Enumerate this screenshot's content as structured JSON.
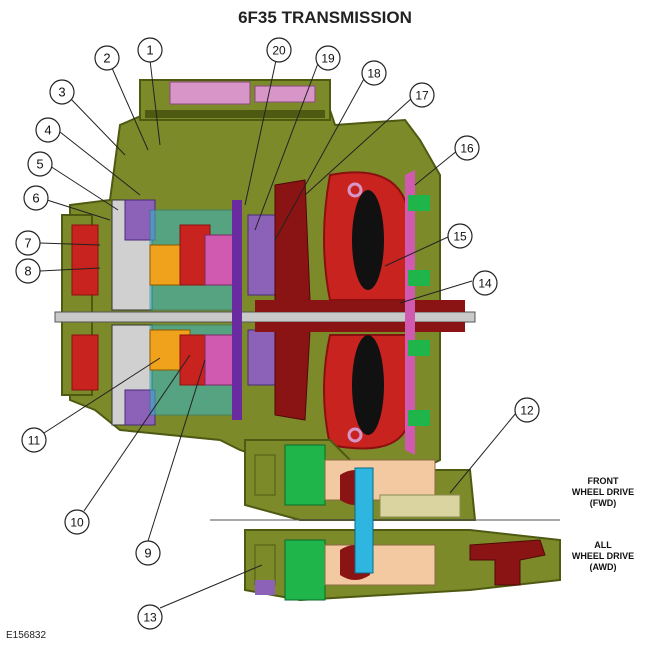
{
  "title": "6F35 TRANSMISSION",
  "figure_id": "E156832",
  "fwd_label": {
    "line1": "FRONT",
    "line2": "WHEEL DRIVE",
    "line3": "(FWD)"
  },
  "awd_label": {
    "line1": "ALL",
    "line2": "WHEEL DRIVE",
    "line3": "(AWD)"
  },
  "callouts": [
    "1",
    "2",
    "3",
    "4",
    "5",
    "6",
    "7",
    "8",
    "9",
    "10",
    "11",
    "12",
    "13",
    "14",
    "15",
    "16",
    "17",
    "18",
    "19",
    "20"
  ],
  "colors": {
    "housing": "#7d8a2a",
    "housing_dark": "#4e5a12",
    "torque_converter": "#c8231f",
    "converter_dark": "#8a1010",
    "purple": "#8b62b8",
    "magenta": "#d05ab0",
    "pink": "#d896c8",
    "cyan": "#35b9c7",
    "blue_shaft": "#2fb6e0",
    "green": "#1fb54a",
    "orange": "#f0a21c",
    "tan": "#f2c9a0",
    "dark_red": "#8a1414",
    "gray": "#9a9a9a",
    "black": "#111111",
    "callout_stroke": "#222222"
  }
}
